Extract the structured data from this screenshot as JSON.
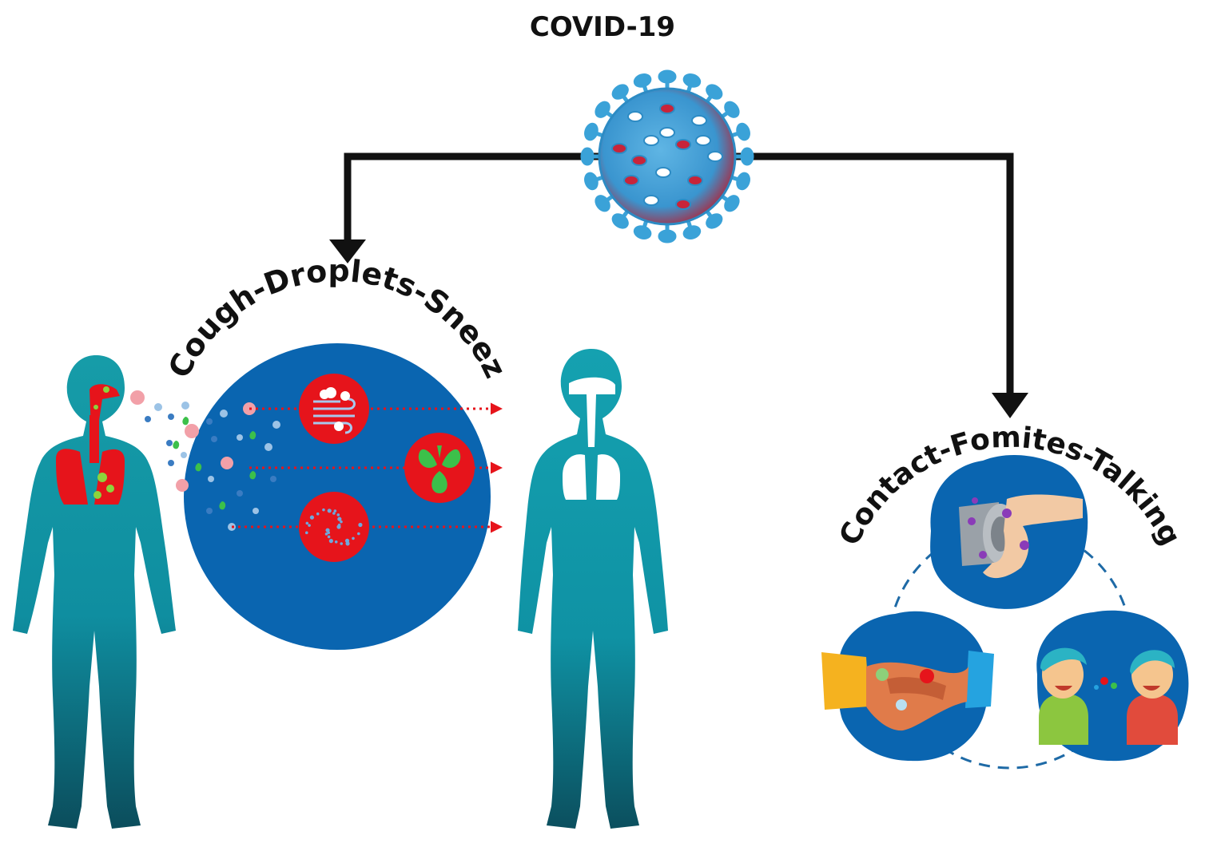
{
  "title": "COVID-19",
  "branch_left": {
    "label": "Cough-Droplets-Sneez"
  },
  "branch_right": {
    "label": "Contact-Fomites-Talking"
  },
  "icons": {
    "virus": "coronavirus-icon",
    "infected_person": "infected-person-icon",
    "healthy_person": "healthy-person-icon",
    "wind": "wind-icon",
    "droplets": "droplets-icon",
    "particles": "aerosol-particles-icon",
    "doorknob": "doorknob-contact-icon",
    "handshake": "handshake-icon",
    "talking": "talking-people-icon"
  },
  "colors": {
    "teal": "#0e8fa0",
    "blue_circle": "#0a65b0",
    "red": "#e6141b",
    "green": "#3cc04a",
    "virus_blue": "#3aa2d8",
    "virus_red": "#c8243a",
    "arrow": "#111111"
  }
}
